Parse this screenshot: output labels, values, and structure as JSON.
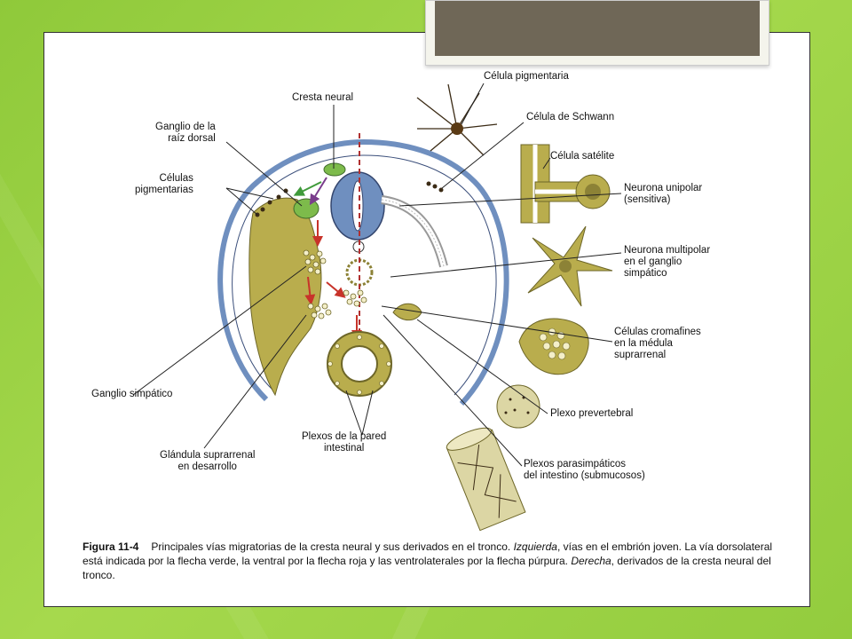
{
  "labels": {
    "cresta_neural": "Cresta neural",
    "ganglio_raiz": "Ganglio de la\nraíz dorsal",
    "celulas_pigmentarias": "Células\npigmentarias",
    "celula_pigmentaria": "Célula pigmentaria",
    "celula_schwann": "Célula de Schwann",
    "celula_satelite": "Célula satélite",
    "neurona_unipolar": "Neurona unipolar\n(sensitiva)",
    "neurona_multipolar": "Neurona multipolar\nen el ganglio\nsimpático",
    "celulas_cromafines": "Células cromafines\nen la médula\nsuprarrenal",
    "plexo_prevertebral": "Plexo prevertebral",
    "plexos_parasimpaticos": "Plexos parasimpáticos\ndel intestino (submucosos)",
    "ganglio_simpatico": "Ganglio simpático",
    "glandula_suprarrenal": "Glándula suprarrenal\nen desarrollo",
    "plexos_pared": "Plexos de la pared\nintestinal"
  },
  "caption": {
    "figure_number": "Figura 11-4",
    "text_1": "Principales vías migratorias de la cresta neural y sus derivados en el tronco. ",
    "italic_1": "Izquierda",
    "text_2": ", vías en el embrión joven. La vía dorsolateral está indicada por la flecha verde, la ventral por la flecha roja y las ventrolaterales por la flecha púrpura. ",
    "italic_2": "Derecha",
    "text_3": ", derivados de la cresta neural del tronco."
  },
  "colors": {
    "tissue": "#b9ad4d",
    "tissue_dark": "#8c8236",
    "blue": "#6f8fbf",
    "green_mass": "#7dbb4b",
    "arrow_red": "#c8332a",
    "arrow_green": "#3f9a3a",
    "arrow_purple": "#7a3d8c"
  }
}
